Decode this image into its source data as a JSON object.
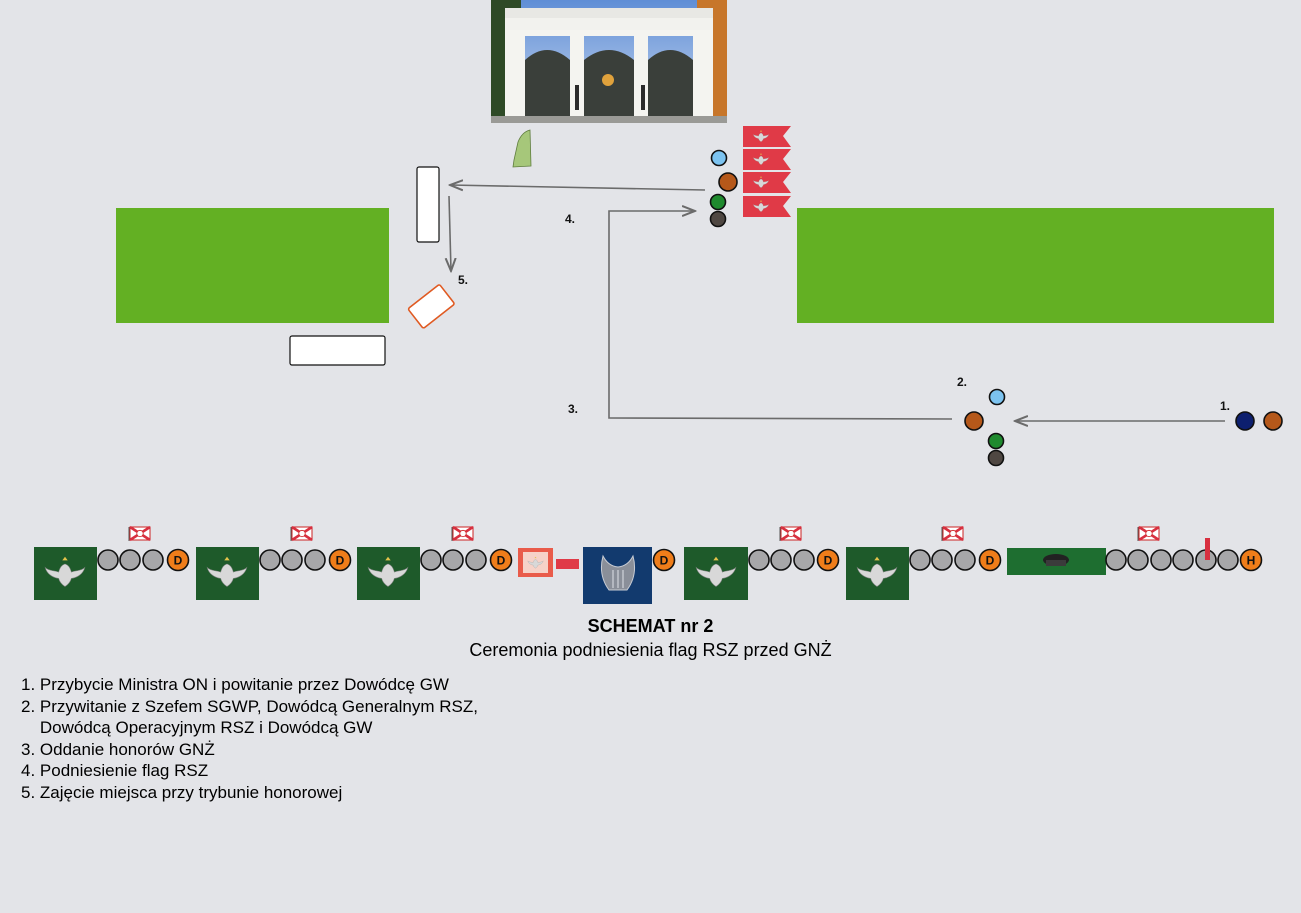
{
  "diagram": {
    "step_numbers": [
      "1.",
      "2.",
      "3.",
      "4.",
      "5."
    ],
    "colors": {
      "background": "#e3e4e8",
      "lawn": "#63b023",
      "flag_red": "#e03a47",
      "beret_light_blue": "#7cc3f0",
      "beret_brown": "#b5581a",
      "beret_green": "#1f8a2e",
      "beret_dark_grey": "#4f4742",
      "beret_navy": "#0d1f6e",
      "soldier_grey": "#a7a7a9",
      "badge_orange": "#ef7d1a",
      "banner_green": "#1e5a2a",
      "arrow": "#6b6b6b",
      "tribune_outline": "#e05a22"
    },
    "formation": {
      "badge_letters": [
        "D",
        "D",
        "D",
        "D",
        "D",
        "D",
        "H"
      ],
      "unit_icons": [
        "eagle-emblem",
        "eagle-emblem",
        "eagle-emblem",
        "polish-flag-banner",
        "military-band-lyre-emblem",
        "eagle-emblem",
        "eagle-emblem",
        "cap-emblem"
      ]
    },
    "top_image": "tomb-of-the-unknown-soldier-colonnade-photo"
  },
  "caption": {
    "title": "SCHEMAT nr 2",
    "subtitle": "Ceremonia podniesienia flag RSZ przed GNŻ"
  },
  "legend": [
    "1. Przybycie Ministra ON i powitanie przez Dowódcę GW",
    "2. Przywitanie z Szefem SGWP, Dowódcą Generalnym RSZ,",
    "    Dowódcą Operacyjnym RSZ i Dowódcą GW",
    "3. Oddanie honorów GNŻ",
    "4. Podniesienie flag RSZ",
    "5. Zajęcie miejsca przy trybunie honorowej"
  ]
}
